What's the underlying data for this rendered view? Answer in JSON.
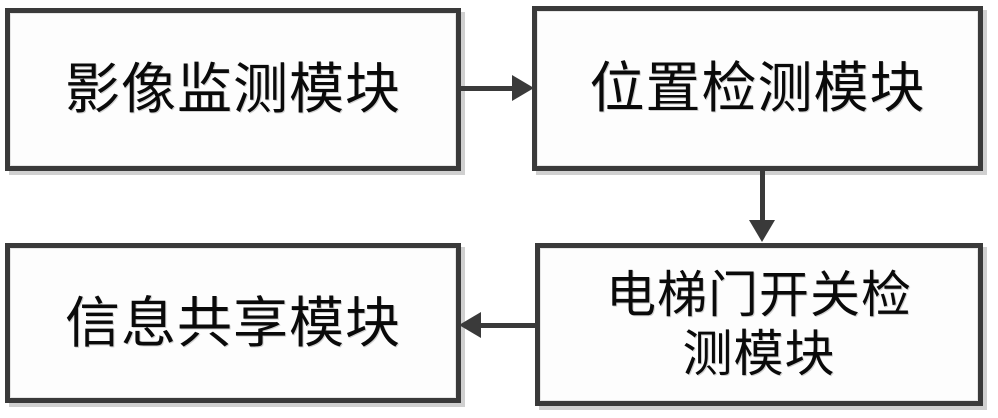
{
  "diagram": {
    "type": "flow-diagram",
    "background_color": "#ffffff",
    "box_border_color": "#3a3a3a",
    "box_fill_color": "#fdfdfd",
    "text_color": "#0a0a0a",
    "nodes": [
      {
        "id": "video",
        "label": "影像监测模块"
      },
      {
        "id": "position",
        "label": "位置检测模块"
      },
      {
        "id": "door",
        "label": "电梯门开关检\n测模块"
      },
      {
        "id": "share",
        "label": "信息共享模块"
      }
    ],
    "edges": [
      {
        "from": "video",
        "to": "position",
        "direction": "right"
      },
      {
        "from": "position",
        "to": "door",
        "direction": "down"
      },
      {
        "from": "door",
        "to": "share",
        "direction": "left"
      }
    ]
  }
}
